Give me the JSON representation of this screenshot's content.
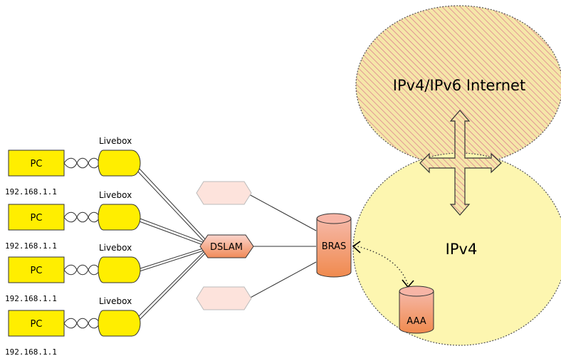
{
  "clouds": {
    "internet": "IPv4/IPv6 Internet",
    "core": "IPv4"
  },
  "nodes": {
    "dslam": "DSLAM",
    "bras": "BRAS",
    "aaa": "AAA"
  },
  "clients": [
    {
      "pc": "PC",
      "ip": "192.168.1.1",
      "box": "Livebox"
    },
    {
      "pc": "PC",
      "ip": "192.168.1.1",
      "box": "Livebox"
    },
    {
      "pc": "PC",
      "ip": "192.168.1.1",
      "box": "Livebox"
    },
    {
      "pc": "PC",
      "ip": "192.168.1.1",
      "box": "Livebox"
    }
  ],
  "colors": {
    "pc_fill": "#ffee00",
    "livebox_fill": "#ffee00",
    "internet_fill": "#f5e6a8",
    "internet_hatch": "#d86b8a",
    "core_fill": "#fdf6b0",
    "node_top": "#fbd0c8",
    "node_bottom": "#f0905a",
    "ghost_fill": "#fde3dc"
  }
}
